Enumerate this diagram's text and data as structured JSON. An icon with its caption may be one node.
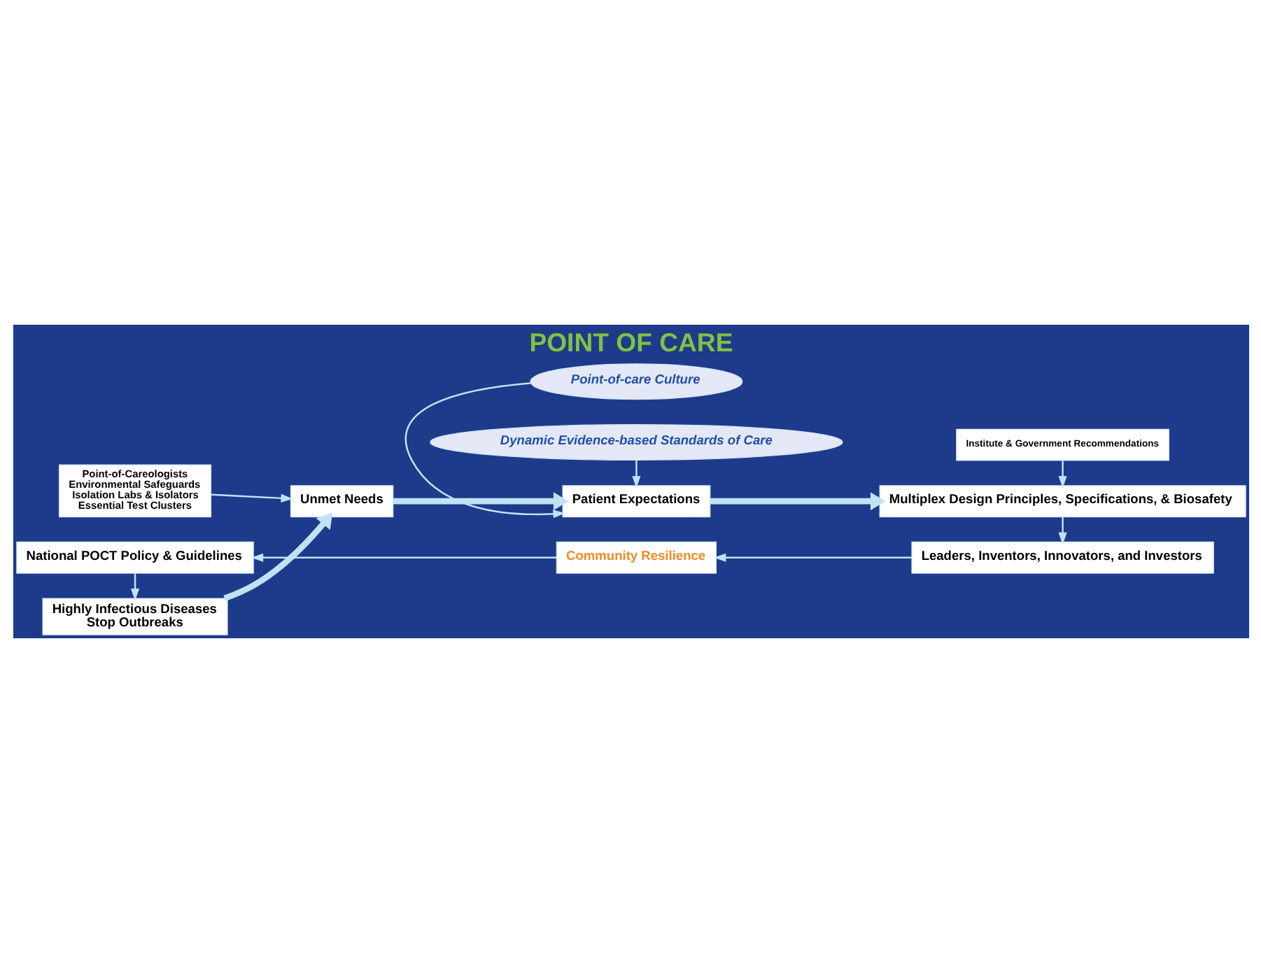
{
  "diagram": {
    "title": "POINT OF CARE",
    "nodes": [
      {
        "text": [
          "Point-of-Careologists",
          "Environmental Safeguards",
          "Isolation Labs & Isolators",
          "Essential Test Clusters"
        ]
      },
      {
        "text": [
          "Point-of-care Culture"
        ]
      },
      {
        "text": [
          "Institute & Government Recommendations"
        ]
      },
      {
        "text": [
          "Highly Infectious Diseases",
          "Stop Outbreaks"
        ]
      },
      {
        "text": [
          "Unmet Needs"
        ]
      },
      {
        "text": [
          "Patient Expectations"
        ]
      },
      {
        "text": [
          "Multiplex Design Principles, Specifications, & Biosafety"
        ]
      },
      {
        "text": [
          "Dynamic Evidence-based Standards of Care"
        ]
      },
      {
        "text": [
          "National POCT Policy & Guidelines"
        ]
      },
      {
        "text": [
          "Leaders, Inventors, Innovators, and Investors"
        ]
      },
      {
        "text": [
          "Community Resilience"
        ]
      }
    ],
    "edges": [
      {
        "from": 0,
        "to": 4,
        "arrow": "to"
      },
      {
        "from": 3,
        "to": 4,
        "arrow": "to",
        "style": "thick"
      },
      {
        "from": 1,
        "to": 5,
        "arrow": "to"
      },
      {
        "from": 4,
        "to": 5,
        "arrow": "to",
        "style": "thick"
      },
      {
        "from": 7,
        "to": 5,
        "arrow": "to"
      },
      {
        "from": 5,
        "to": 6,
        "arrow": "to",
        "style": "thick"
      },
      {
        "from": 2,
        "to": 6,
        "arrow": "to"
      },
      {
        "from": 6,
        "to": 9,
        "arrow": "to"
      },
      {
        "from": 9,
        "to": 10,
        "arrow": "to"
      },
      {
        "from": 10,
        "to": 8,
        "arrow": "to"
      },
      {
        "from": 8,
        "to": 3,
        "arrow": "to"
      }
    ]
  }
}
